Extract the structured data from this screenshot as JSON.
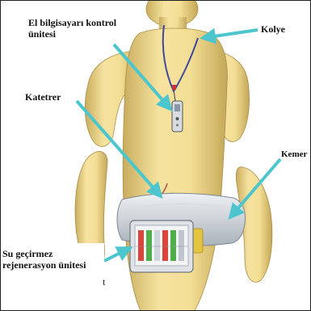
{
  "labels": {
    "handheld_line1": "El bilgisayarı kontrol",
    "handheld_line2": "ünitesi",
    "catheter": "Katetrer",
    "necklace": "Kolye",
    "belt": "Kemer",
    "regen_line1": "Su geçirmez",
    "regen_line2": "rejenerasyon ünitesi",
    "stray_mark": "t"
  },
  "colors": {
    "mannequin": "#f2dd92",
    "arrow": "#4cc6cc",
    "belt": "#c9cfd6",
    "lanyard": "#3f4a9c"
  }
}
